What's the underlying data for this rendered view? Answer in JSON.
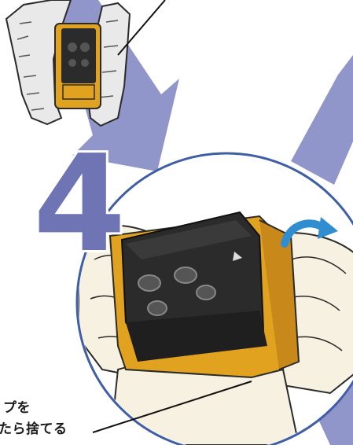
{
  "step": {
    "number": "4"
  },
  "callout": {
    "line1": "プを",
    "line2": "たら捨てる"
  },
  "colors": {
    "arrow_blue": "#7a80bf",
    "step_number_fill": "#6e74b4",
    "zoom_circle_border": "#3f5ea6",
    "cap_orange": "#e0a21f",
    "printhead_black": "#2b2b2b",
    "rotate_arrow_blue": "#2f8dd0",
    "hand_skin": "#f6f1e0"
  },
  "icons": {
    "rotate_arrow": "curved-rotate-arrow-icon"
  }
}
